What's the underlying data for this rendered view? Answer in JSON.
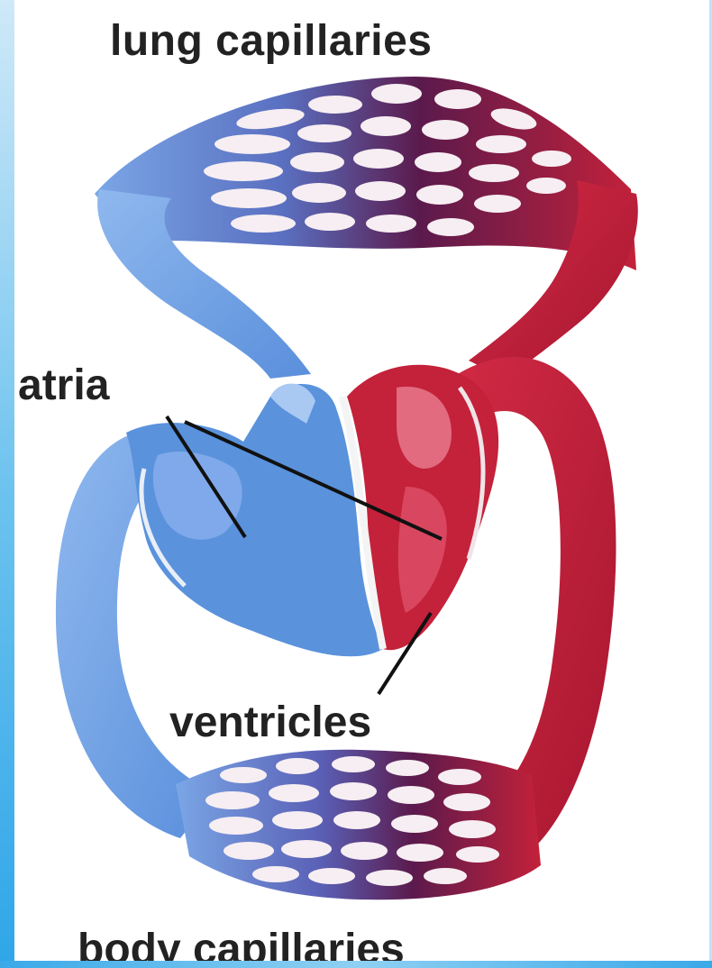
{
  "labels": {
    "lung_capillaries": "lung capillaries",
    "atria": "atria",
    "ventricles": "ventricles",
    "body_capillaries": "body capillaries"
  },
  "colors": {
    "deoxygenated": "#5a95dd",
    "deoxygenated_light": "#8bb8ec",
    "oxygenated": "#c4213a",
    "oxygenated_dark": "#9e1730",
    "capillary_mix": "#5b1a4c",
    "pointer_line": "#111111"
  }
}
